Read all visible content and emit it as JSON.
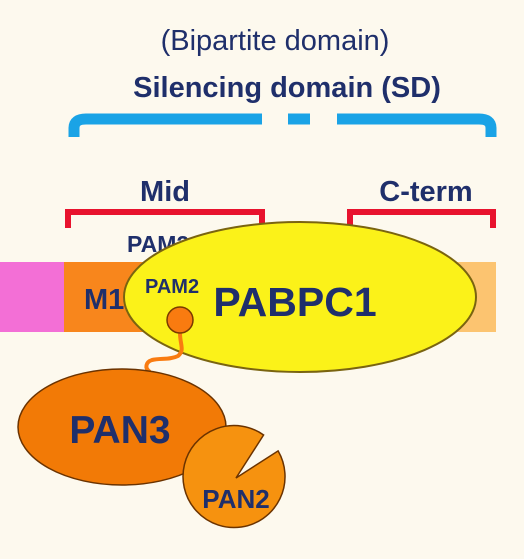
{
  "header": {
    "subtitle": "(Bipartite domain)",
    "title": "Silencing domain (SD)"
  },
  "regions": {
    "mid_label": "Mid",
    "cterm_label": "C-term"
  },
  "bar": {
    "m1_label": "M1",
    "pam2_label_behind": "PAM2"
  },
  "proteins": {
    "pabpc1_label": "PABPC1",
    "pam2_label": "PAM2",
    "pan3_label": "PAN3",
    "pan2_label": "PAN2"
  },
  "colors": {
    "background": "#fdf9ee",
    "bracket_blue": "#1aa3e6",
    "bracket_red": "#e8132e",
    "title_navy": "#1f2f6b",
    "bar_pink": "#f36fd6",
    "bar_orange": "#f8861c",
    "bar_light": "#fcc470",
    "pabpc1_yellow": "#fbf219",
    "pam2_dot": "#f97b10",
    "pan3_orange": "#f27a06",
    "pan2_orange": "#f6920f"
  }
}
